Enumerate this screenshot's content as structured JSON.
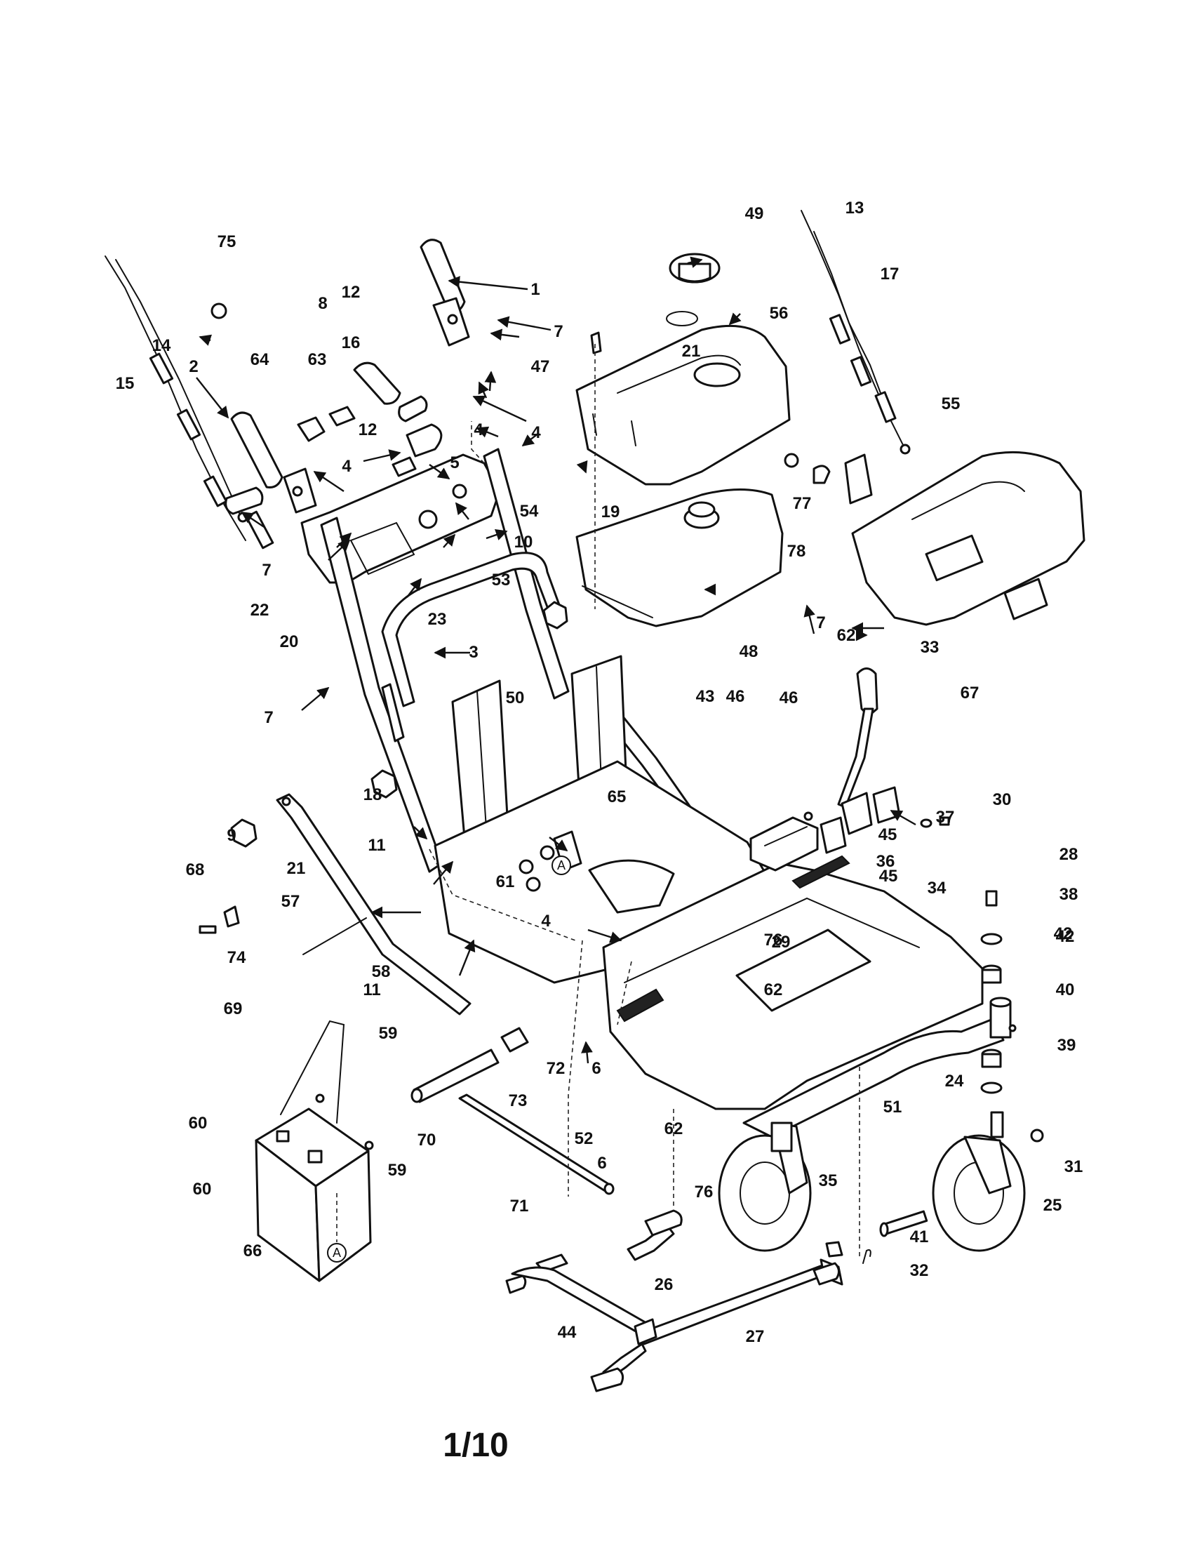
{
  "page_number": "1/10",
  "reference_marker": "A",
  "callouts": [
    "1",
    "2",
    "3",
    "4",
    "5",
    "6",
    "7",
    "8",
    "9",
    "10",
    "11",
    "12",
    "13",
    "14",
    "15",
    "16",
    "17",
    "18",
    "19",
    "20",
    "21",
    "22",
    "23",
    "24",
    "25",
    "26",
    "27",
    "28",
    "29",
    "30",
    "31",
    "32",
    "33",
    "34",
    "35",
    "36",
    "37",
    "38",
    "39",
    "40",
    "41",
    "42",
    "43",
    "44",
    "45",
    "46",
    "47",
    "48",
    "49",
    "50",
    "51",
    "52",
    "53",
    "54",
    "55",
    "56",
    "57",
    "58",
    "59",
    "60",
    "61",
    "62",
    "63",
    "64",
    "65",
    "66",
    "67",
    "68",
    "69",
    "70",
    "71",
    "72",
    "73",
    "74",
    "75",
    "76",
    "77",
    "78"
  ],
  "colors": {
    "ink": "#111111",
    "paper": "#ffffff"
  }
}
